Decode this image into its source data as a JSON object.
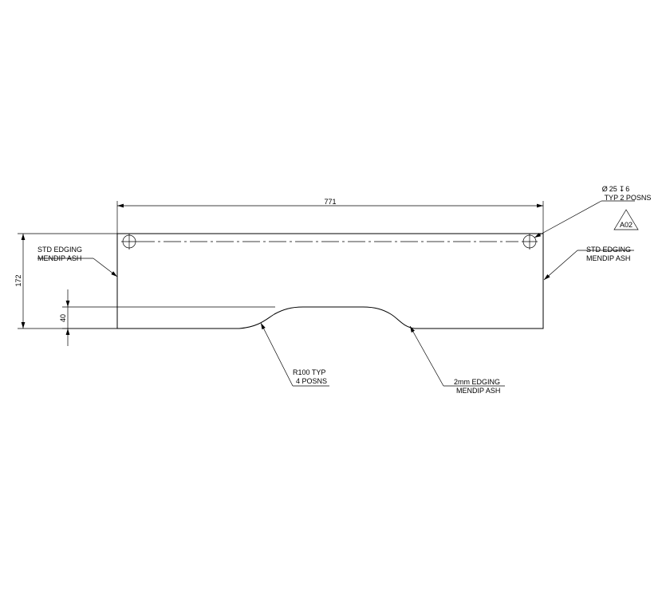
{
  "dimensions": {
    "overall_width": "771",
    "overall_height": "172",
    "notch_depth": "40"
  },
  "hole_callout": {
    "diameter_symbol": "Ø",
    "spec": "25",
    "depth_symbol": "↧",
    "depth": "6",
    "qty": "TYP 2 POSNS"
  },
  "revision": "A02",
  "notes": {
    "left_edging": [
      "STD EDGING",
      "MENDIP ASH"
    ],
    "right_edging": [
      "STD EDGING",
      "MENDIP ASH"
    ],
    "radius": [
      "R100 TYP",
      "4 POSNS"
    ],
    "bottom_edging": [
      "2mm EDGING",
      "MENDIP ASH"
    ]
  }
}
